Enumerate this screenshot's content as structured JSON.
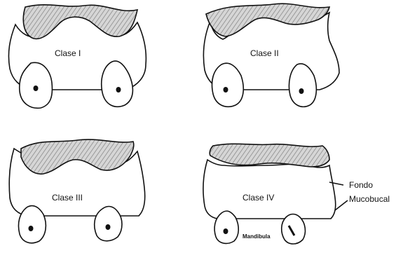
{
  "panels": [
    {
      "label": "Clase I"
    },
    {
      "label": "Clase II"
    },
    {
      "label": "Clase III"
    },
    {
      "label": "Clase IV"
    }
  ],
  "annotations": {
    "fondo": "Fondo",
    "mucobucal": "Mucobucal",
    "mandibula": "Mandibula"
  },
  "colors": {
    "ink": "#111111",
    "fill": "#ffffff",
    "hatch": "#9a9a9a"
  }
}
